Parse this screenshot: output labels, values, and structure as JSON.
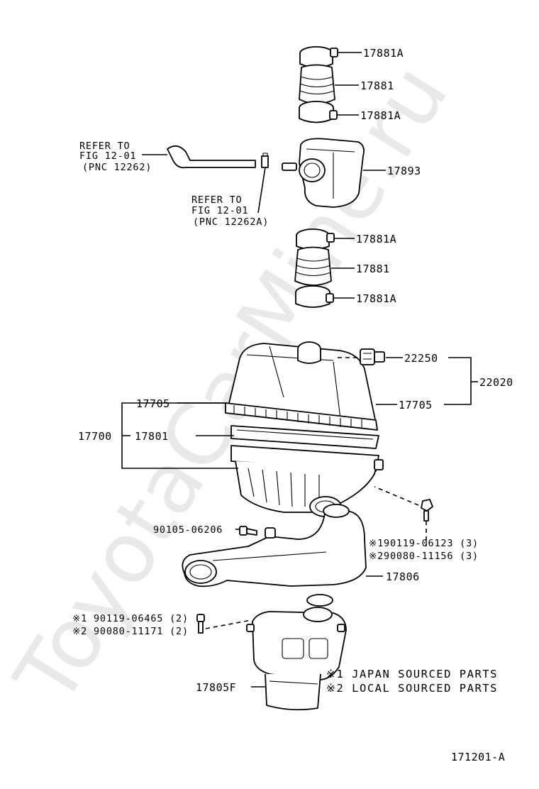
{
  "watermark": "ToyotaCarMine.ru",
  "refs": {
    "hose": {
      "line1": "REFER TO",
      "line2": "FIG 12-01",
      "line3": "(PNC 12262)"
    },
    "fitting": {
      "line1": "REFER TO",
      "line2": "FIG 12-01",
      "line3": "(PNC 12262A)"
    }
  },
  "callouts": {
    "clamp_top_upper": "17881A",
    "hose_top": "17881",
    "clamp_top_lower": "17881A",
    "resonator": "17893",
    "clamp_mid_upper": "17881A",
    "hose_mid": "17881",
    "clamp_mid_lower": "17881A",
    "sensor": "22250",
    "assembly_22020": "22020",
    "cap_left": "17705",
    "cap_right": "17705",
    "filter_assy": "17700",
    "element": "17801",
    "bolt_left": "90105-06206",
    "bolt_right_1": "※190119-06123 (3)",
    "bolt_right_2": "※290080-11156 (3)",
    "inlet": "17806",
    "bolt_low_1": "※1 90119-06465 (2)",
    "bolt_low_2": "※2 90080-11171 (2)",
    "lower_inlet": "17805F"
  },
  "notes": {
    "japan": "※1 JAPAN SOURCED PARTS",
    "local": "※2 LOCAL SOURCED PARTS"
  },
  "figure_number": "171201-A"
}
